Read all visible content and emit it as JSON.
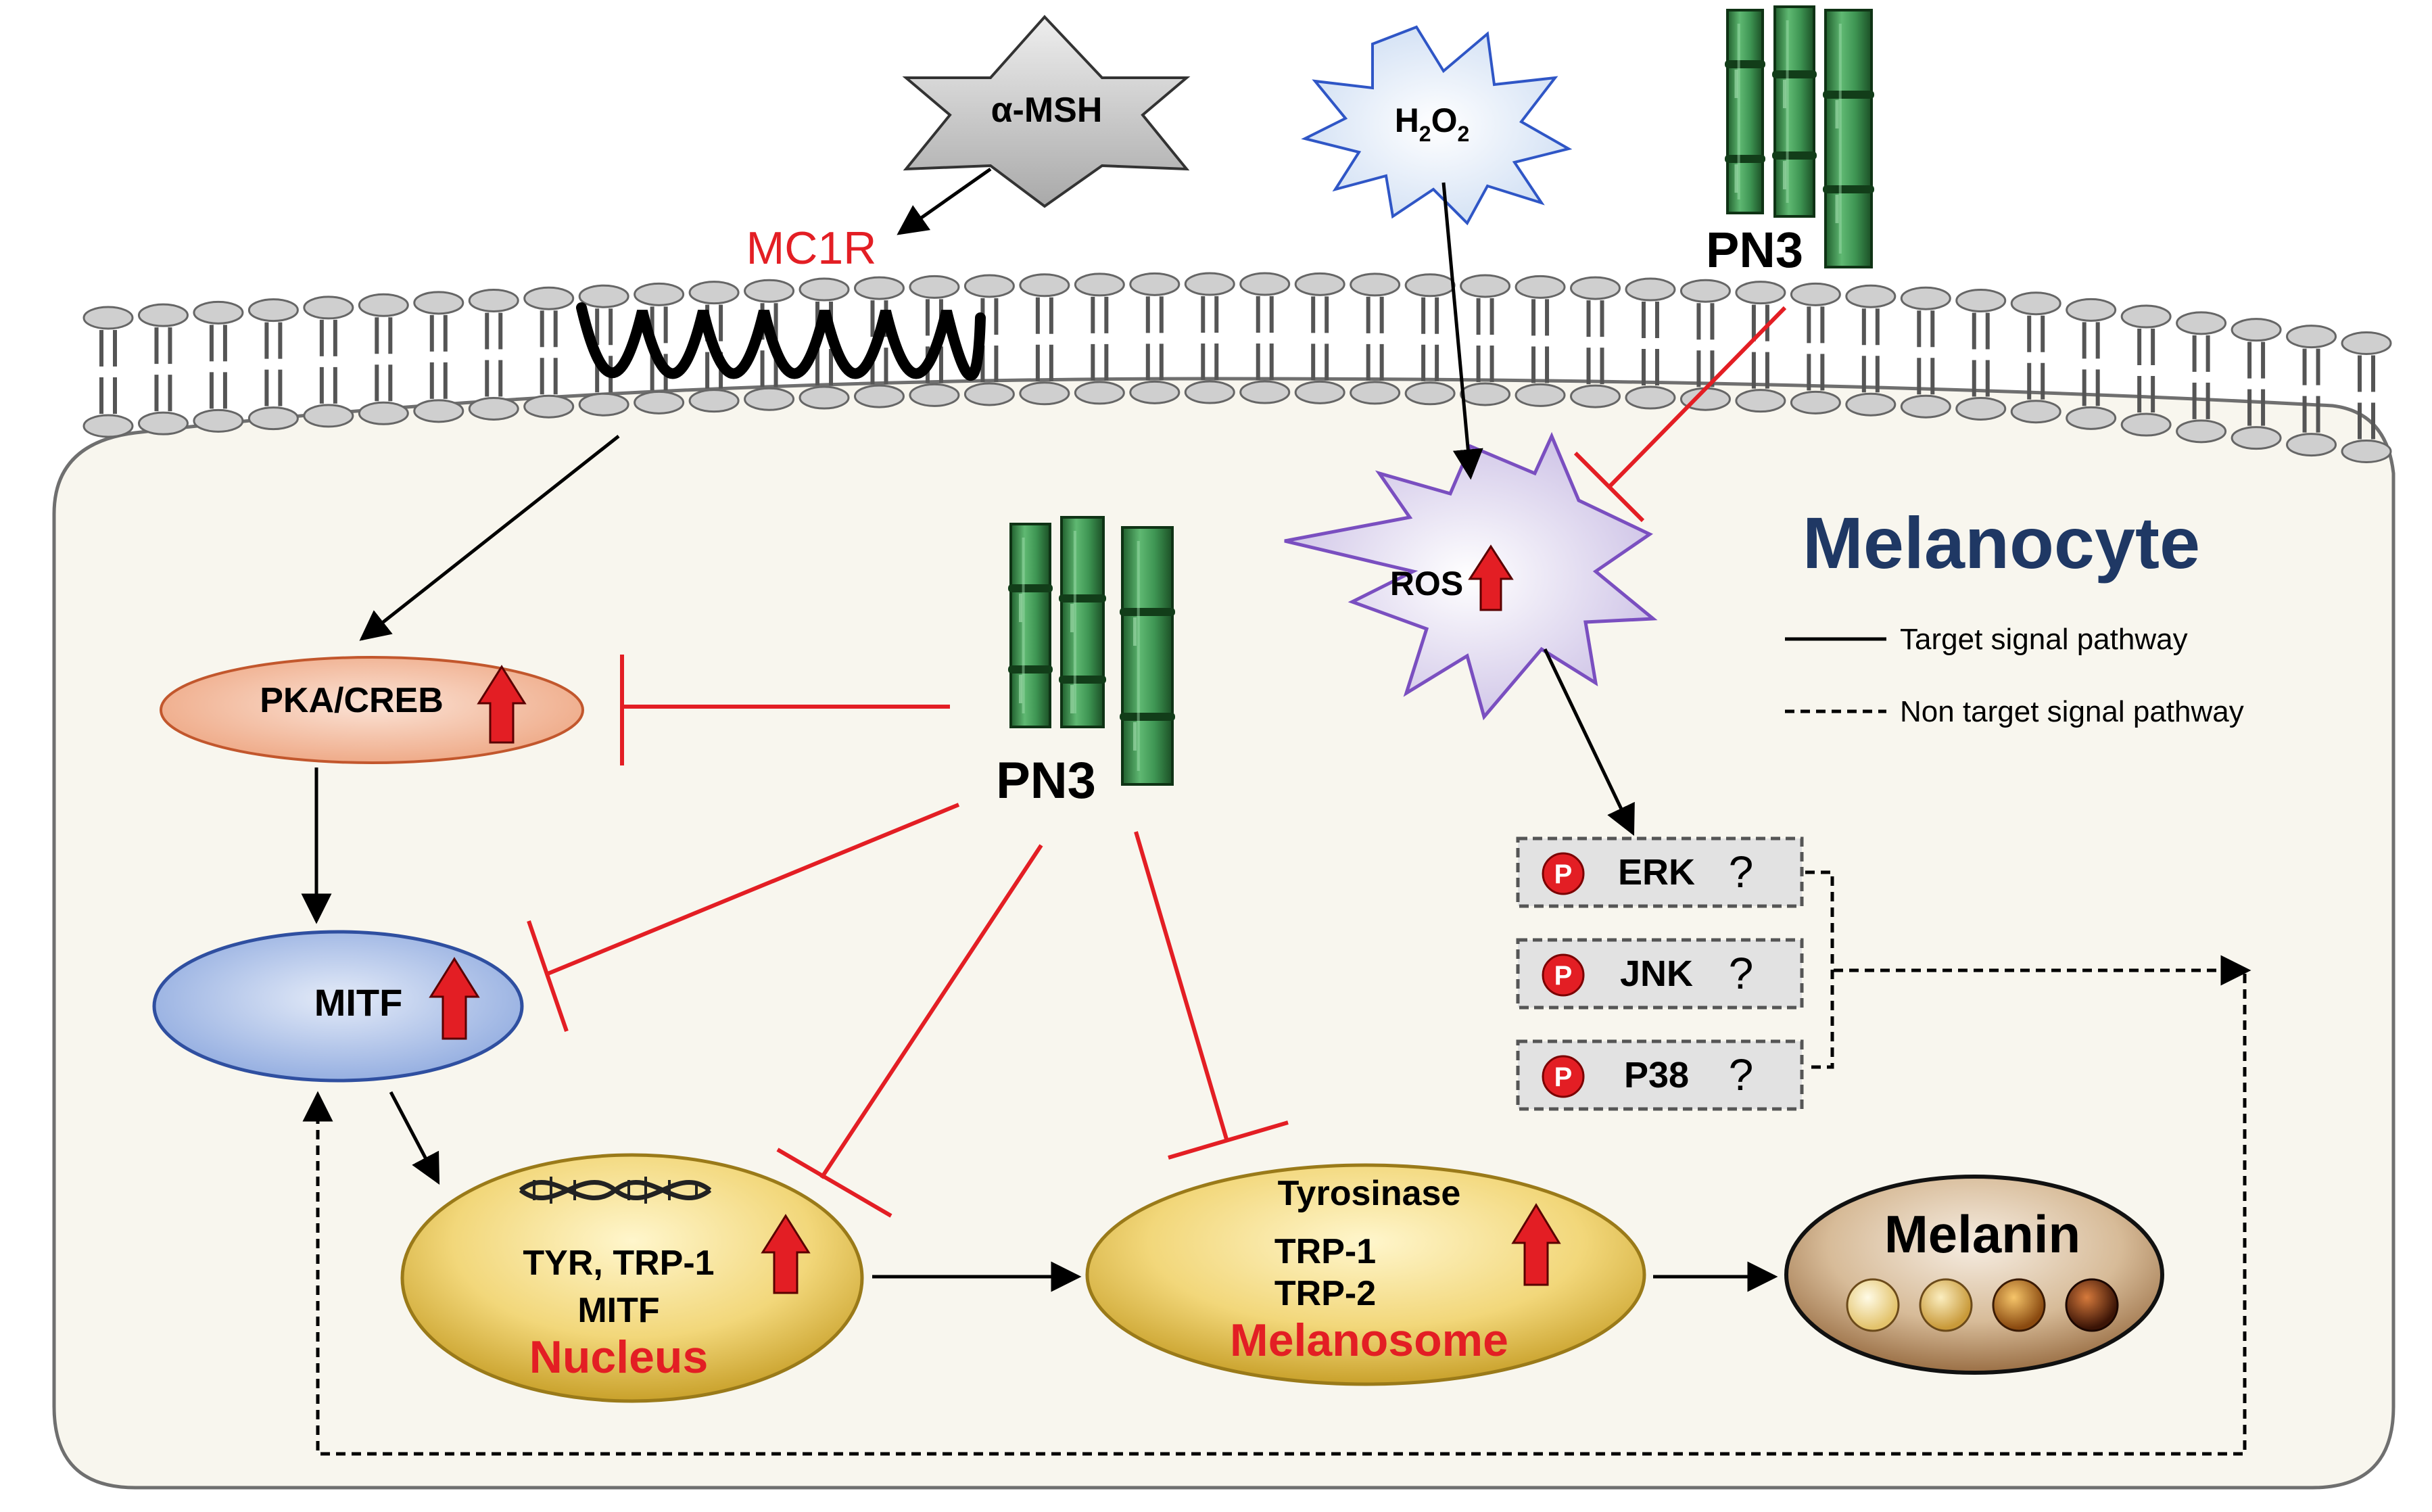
{
  "title": "Melanocyte",
  "stimuli": {
    "msh": "α-MSH",
    "h2o2_main": "H",
    "h2o2_sub1": "2",
    "h2o2_o": "O",
    "h2o2_sub2": "2",
    "receptor": "MC1R"
  },
  "inhibitor": {
    "name_top": "PN3",
    "name_center": "PN3"
  },
  "nodes": {
    "ros": "ROS",
    "pka": "PKA/CREB",
    "mitf": "MITF",
    "nucleus_genes_line1": "TYR, TRP-1",
    "nucleus_genes_line2": "MITF",
    "nucleus_label": "Nucleus",
    "melanosome_line1": "Tyrosinase",
    "melanosome_line2": "TRP-1",
    "melanosome_line3": "TRP-2",
    "melanosome_label": "Melanosome",
    "melanin": "Melanin"
  },
  "mapk": [
    {
      "p": "P",
      "name": "ERK",
      "status": "?"
    },
    {
      "p": "P",
      "name": "JNK",
      "status": "?"
    },
    {
      "p": "P",
      "name": "P38",
      "status": "?"
    }
  ],
  "legend": {
    "solid": "Target signal pathway",
    "dashed": "Non target signal pathway"
  },
  "colors": {
    "inhibition": "#e31e24",
    "activation": "#000000",
    "title": "#1f3864",
    "cell_fill": "#f8f6ee",
    "up_arrow": "#e31e24"
  }
}
